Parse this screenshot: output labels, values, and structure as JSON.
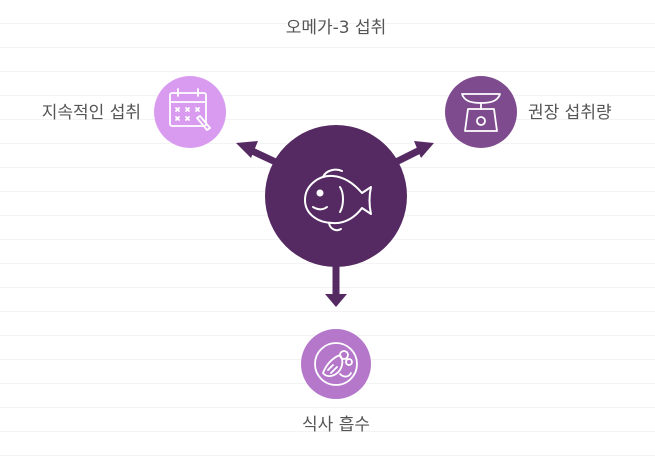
{
  "diagram": {
    "title": "오메가-3 섭취",
    "nodes": {
      "left": {
        "label": "지속적인 섭취",
        "icon": "calendar-icon"
      },
      "right": {
        "label": "권장 섭취량",
        "icon": "scale-icon"
      },
      "bottom": {
        "label": "식사 흡수",
        "icon": "food-icon"
      },
      "center": {
        "icon": "fish-icon"
      }
    },
    "colors": {
      "center": "#552a62",
      "left_node": "#d99bf0",
      "right_node": "#7e4b8f",
      "bottom_node": "#b477c9",
      "arrow": "#552a62",
      "text": "#555555"
    }
  }
}
